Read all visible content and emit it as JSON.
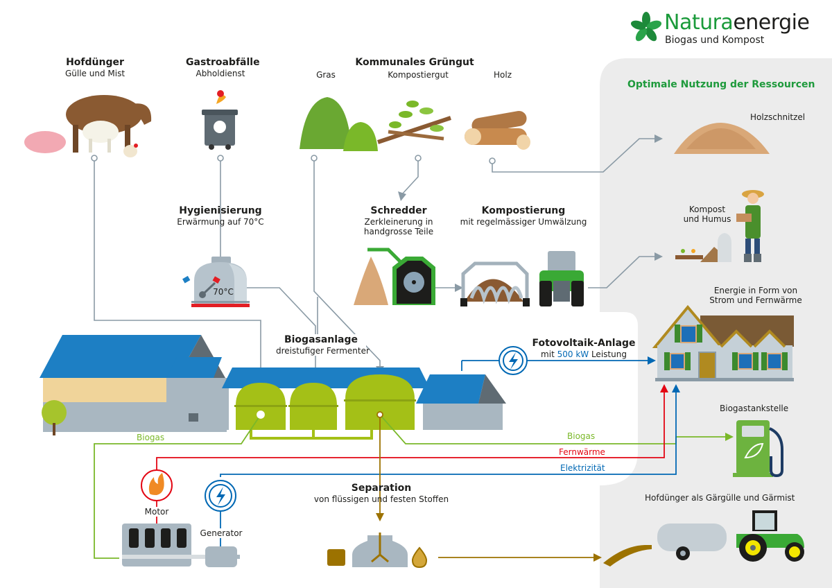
{
  "brand": {
    "name_part1": "Natura",
    "name_part2": "energie",
    "tagline": "Biogas und Kompost",
    "logo_icon": "leaf-flower-icon",
    "brand_color": "#1a9a3a"
  },
  "inputs": {
    "hofduenger": {
      "title": "Hofdünger",
      "subtitle": "Gülle und Mist"
    },
    "gastro": {
      "title": "Gastroabfälle",
      "subtitle": "Abholdienst"
    },
    "gruengut": {
      "title": "Kommunales Grüngut",
      "items": [
        "Gras",
        "Kompostiergut",
        "Holz"
      ]
    }
  },
  "processes": {
    "hygienisierung": {
      "title": "Hygienisierung",
      "subtitle": "Erwärmung auf 70°C",
      "gauge_label": "70°C"
    },
    "schredder": {
      "title": "Schredder",
      "subtitle_line1": "Zerkleinerung in",
      "subtitle_line2": "handgrosse Teile"
    },
    "kompostierung": {
      "title": "Kompostierung",
      "subtitle": "mit regelmässiger Umwälzung"
    },
    "biogasanlage": {
      "title": "Biogasanlage",
      "subtitle": "dreistufiger Fermenter"
    },
    "fotovoltaik": {
      "title": "Fotovoltaik-Anlage",
      "subtitle_pre": "mit ",
      "subtitle_highlight": "500 kW",
      "subtitle_post": " Leistung"
    },
    "separation": {
      "title": "Separation",
      "subtitle": "von flüssigen und festen Stoffen"
    },
    "motor": {
      "label": "Motor"
    },
    "generator": {
      "label": "Generator"
    }
  },
  "resources": {
    "title": "Optimale Nutzung der Ressourcen",
    "holzschnitzel": "Holzschnitzel",
    "kompost_line1": "Kompost",
    "kompost_line2": "und Humus",
    "energie_line1": "Energie in Form von",
    "energie_line2": "Strom und Fernwärme",
    "tankstelle": "Biogastankstelle",
    "gaerguelle": "Hofdünger als Gärgülle und Gärmist"
  },
  "flows": {
    "biogas_left": "Biogas",
    "biogas_right": "Biogas",
    "fernwaerme": "Fernwärme",
    "elektrizitaet": "Elektrizität"
  },
  "colors": {
    "biogas": "#7ab829",
    "fernwaerme": "#e30613",
    "elektrizitaet": "#0068b4",
    "digestate": "#9c7200",
    "connector": "#8a9aa5",
    "panel_bg": "#ececec",
    "highlight": "#0068b4"
  }
}
